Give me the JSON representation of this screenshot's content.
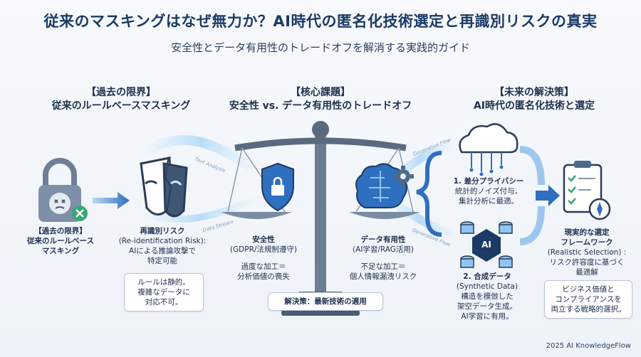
{
  "header": {
    "title": "従来のマスキングはなぜ無力か？AI時代の匿名化技術選定と再識別リスクの真実",
    "subtitle": "安全性とデータ有用性のトレードオフを解消する実践的ガイド"
  },
  "sections": {
    "past": {
      "line1": "【過去の限界】",
      "line2": "従来のルールベースマスキング"
    },
    "core": {
      "line1": "【核心課題】",
      "line2": "安全性 vs. データ有用性のトレードオフ"
    },
    "future": {
      "line1": "【未来の解決策】",
      "line2": "AI時代の匿名化技術と選定"
    }
  },
  "lock": {
    "line1": "【過去の限界】",
    "line2": "従来のルールベース",
    "line3": "マスキング"
  },
  "reid": {
    "line1": "再識別リスク",
    "line2": "(Re-identification Risk):",
    "line3": "AIによる推論攻撃で",
    "line4": "特定可能"
  },
  "rule_box": {
    "line1": "ルールは静的。",
    "line2": "複雑なデータに",
    "line3": "対応不可。"
  },
  "flow_labels": {
    "text_analysis": "Text Analysis",
    "data_stream": "Data Stream",
    "generative_flow_top": "Generative Flow",
    "generative_flow_bottom": "Generative Flow"
  },
  "safety": {
    "line1": "安全性",
    "line2": "(GDPR/法規制遵守)",
    "line3": "過度な加工＝",
    "line4": "分析価値の喪失"
  },
  "utility": {
    "line1": "データ有用性",
    "line2": "(AI学習/RAG活用)",
    "line3": "不足な加工＝",
    "line4": "個人情報漏洩リスク"
  },
  "solution_box": {
    "text": "解決策：最新技術の適用"
  },
  "dp": {
    "line1": "1. 差分プライバシー",
    "line2": "統計的ノイズ付与。",
    "line3": "集計分析に最適。"
  },
  "ai_icon": {
    "text": "AI"
  },
  "synthetic": {
    "line1": "2. 合成データ",
    "line2": "(Synthetic Data)",
    "line3": "構造を模倣した",
    "line4": "架空データ生成。",
    "line5": "AI学習に有用。"
  },
  "framework": {
    "line1": "現実的な選定",
    "line2": "フレームワーク",
    "line3": "(Realistic Selection) :",
    "line4": "リスク許容度に基づく",
    "line5": "最適解"
  },
  "framework_box": {
    "line1": "ビジネス価値と",
    "line2": "コンプライアンスを",
    "line3": "両立する戦略的選択。"
  },
  "footer": {
    "text": "2025 AI KnowledgeFlow"
  },
  "colors": {
    "navy": "#1c3a66",
    "blue": "#2f6fbf",
    "light_blue": "#8ec5f2",
    "green": "#3aa673",
    "steel": "#4d6a8d"
  }
}
